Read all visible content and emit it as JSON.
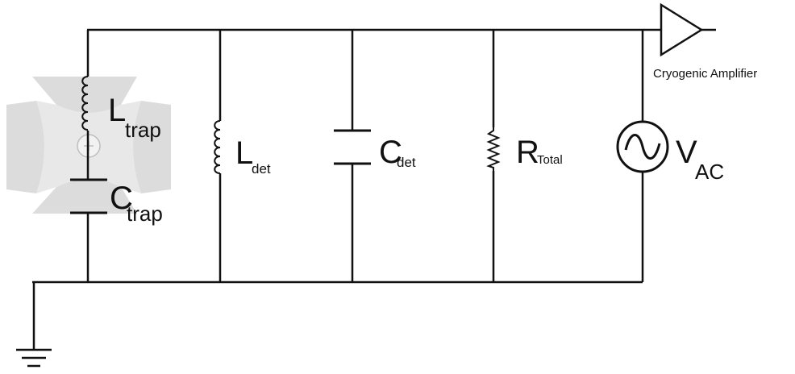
{
  "labels": {
    "amplifier": "Cryogenic Amplifier",
    "l_trap": {
      "main": "L",
      "sub": "trap"
    },
    "c_trap": {
      "main": "C",
      "sub": "trap"
    },
    "l_det": {
      "main": "L",
      "sub": "det"
    },
    "c_det": {
      "main": "C",
      "sub": "det"
    },
    "r_total": {
      "main": "R",
      "sub": "Total"
    },
    "v_ac": {
      "main": "V",
      "sub": "AC"
    }
  },
  "colors": {
    "wire": "#111111",
    "trap_shade": "#d9d9d9"
  }
}
